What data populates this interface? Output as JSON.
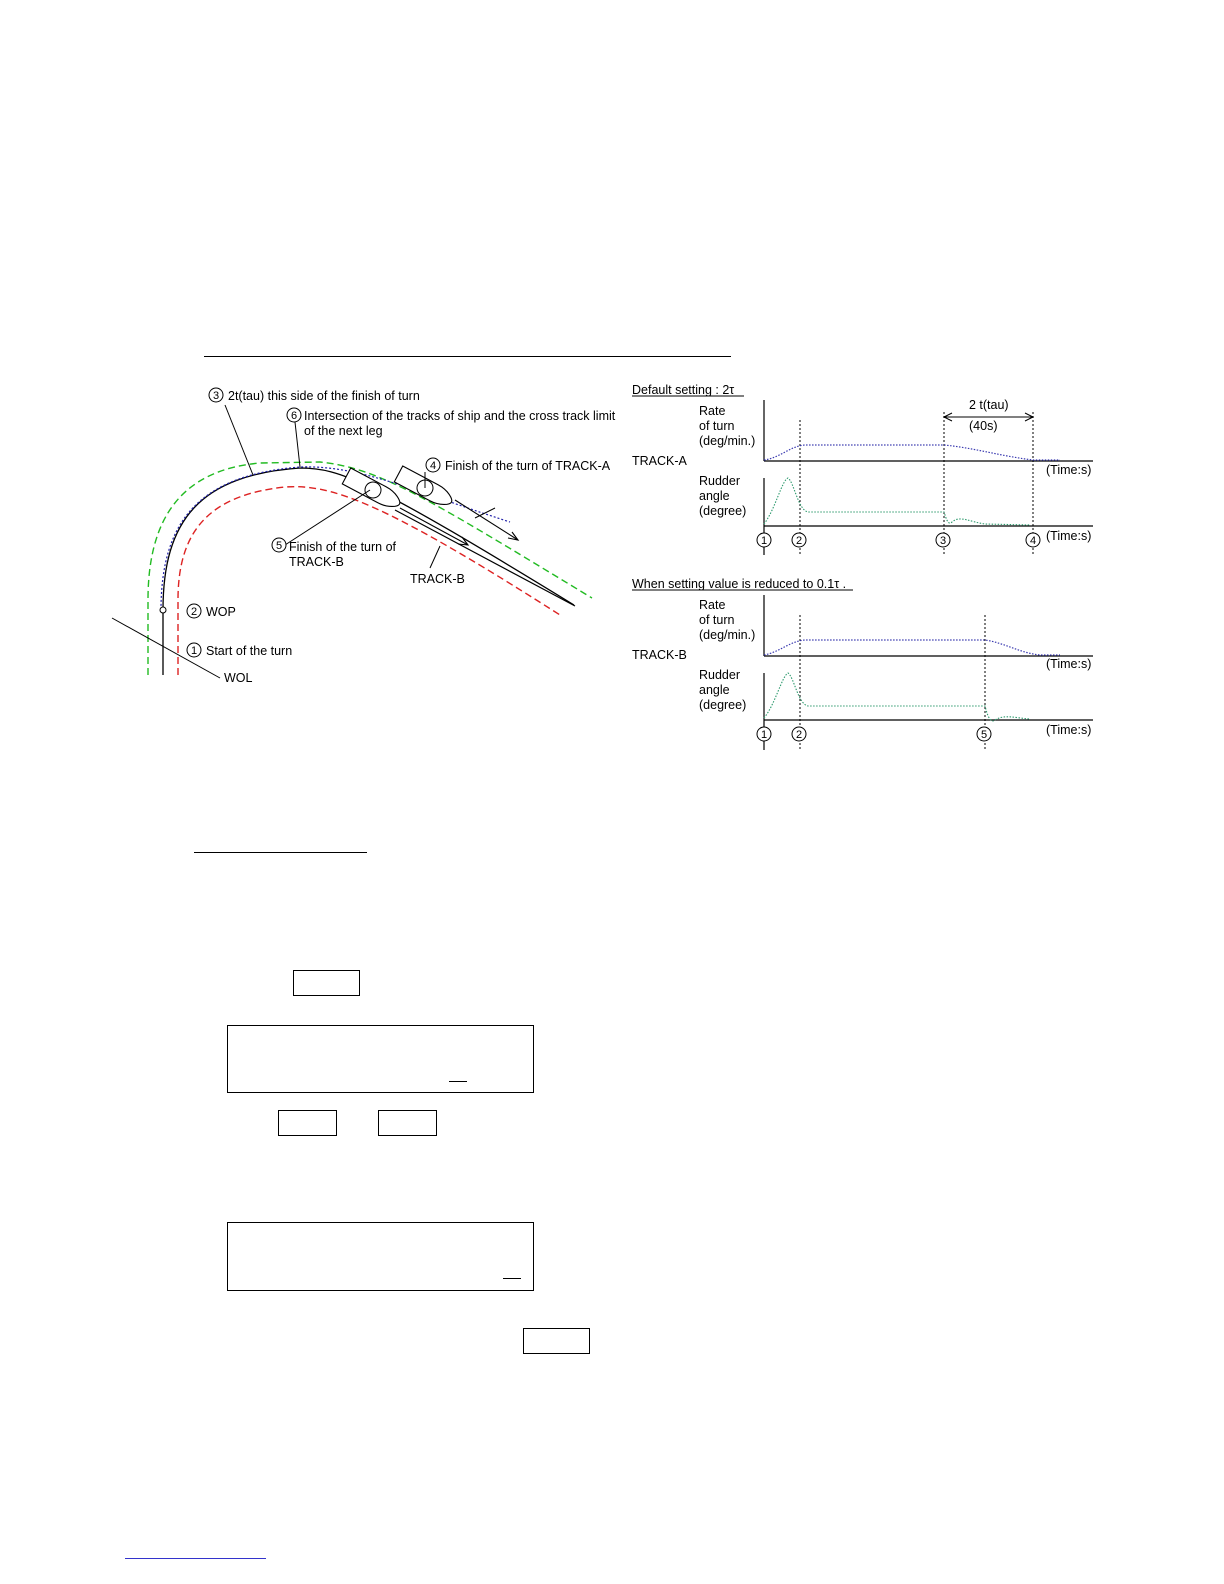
{
  "left_diagram": {
    "label3": "2t(tau) this side of the finish of  turn",
    "label6_line1": "Intersection of the tracks of ship and the cross track limit",
    "label6_line2": "of the next leg",
    "label4": "Finish of the turn of TRACK-A",
    "label5_line1": "Finish of the turn of",
    "label5_line2": "TRACK-B",
    "track_b": "TRACK-B",
    "wop": "WOP",
    "start_turn": "Start of the turn",
    "wol": "WOL"
  },
  "markers": [
    "1",
    "2",
    "3",
    "4",
    "5",
    "6"
  ],
  "chart_top": {
    "title": "Default setting : 2τ",
    "track": "TRACK-A",
    "rate_l1": "Rate",
    "rate_l2": "of turn",
    "rate_l3": "(deg/min.)",
    "rud_l1": "Rudder",
    "rud_l2": "angle",
    "rud_l3": "(degree)",
    "time_label": "(Time:s)",
    "interval_l1": "2 t(tau)",
    "interval_l2": "(40s)",
    "rate_color": "#3a3ab0",
    "rudder_color": "#2e9a6e"
  },
  "chart_bottom": {
    "title": "When setting value is reduced to 0.1τ .",
    "track": "TRACK-B",
    "rate_l1": "Rate",
    "rate_l2": "of turn",
    "rate_l3": "(deg/min.)",
    "rud_l1": "Rudder",
    "rud_l2": "angle",
    "rud_l3": "(degree)",
    "time_label": "(Time:s)"
  },
  "colors": {
    "green_limit": "#22bb22",
    "red_limit": "#dd2222",
    "ship_track": "#1a1a8a"
  }
}
